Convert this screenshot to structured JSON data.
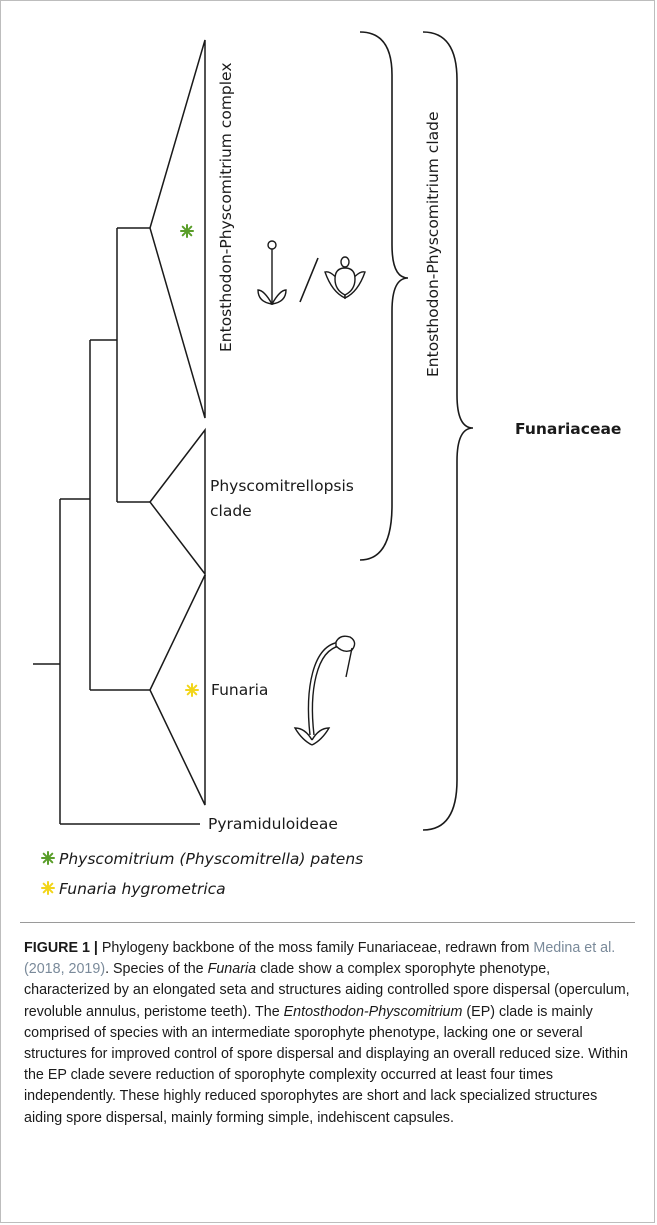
{
  "tree": {
    "clades": {
      "ep_complex": "Entosthodon-Physcomitrium complex",
      "physcomitrellopsis_line1": "Physcomitrellopsis",
      "physcomitrellopsis_line2": "clade",
      "funaria": "Funaria",
      "pyramiduloideae": "Pyramiduloideae"
    },
    "brackets": {
      "ep_clade": "Entosthodon-Physcomitrium clade",
      "family": "Funariaceae"
    }
  },
  "legend": {
    "items": [
      {
        "label": "Physcomitrium (Physcomitrella) patens",
        "icon": "green-asterisk-icon",
        "color": "#5a9e2a"
      },
      {
        "label": "Funaria hygrometrica",
        "icon": "yellow-asterisk-icon",
        "color": "#f2d51a"
      }
    ]
  },
  "caption": {
    "label": "FIGURE 1 |",
    "text_1": " Phylogeny backbone of the moss family Funariaceae, redrawn from ",
    "ref": "Medina et al. (2018, 2019)",
    "text_2": ". Species of the ",
    "em_1": "Funaria",
    "text_3": " clade show a complex sporophyte phenotype, characterized by an elongated seta and structures aiding controlled spore dispersal (operculum, revoluble annulus, peristome teeth). The ",
    "em_2": "Entosthodon-Physcomitrium",
    "text_4": " (EP) clade is mainly comprised of species with an intermediate sporophyte phenotype, lacking one or several structures for improved control of spore dispersal and displaying an overall reduced size. Within the EP clade severe reduction of sporophyte complexity occurred at least four times independently. These highly reduced sporophytes are short and lack specialized structures aiding spore dispersal, mainly forming simple, indehiscent capsules."
  }
}
